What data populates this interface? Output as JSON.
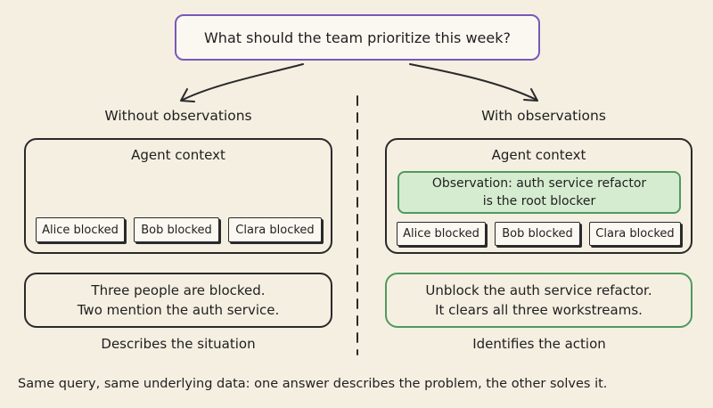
{
  "query": "What should the team prioritize this week?",
  "left": {
    "title": "Without observations",
    "context_title": "Agent context",
    "chips": [
      "Alice blocked",
      "Bob blocked",
      "Clara blocked"
    ],
    "answer_lines": [
      "Three people are blocked.",
      "Two mention the auth service."
    ],
    "caption": "Describes the situation"
  },
  "right": {
    "title": "With observations",
    "context_title": "Agent context",
    "observation_lines": [
      "Observation: auth service refactor",
      "is the root blocker"
    ],
    "chips": [
      "Alice blocked",
      "Bob blocked",
      "Clara blocked"
    ],
    "answer_lines": [
      "Unblock the auth service refactor.",
      "It clears all three workstreams."
    ],
    "caption": "Identifies the action"
  },
  "footer": "Same query, same underlying data: one answer describes the problem, the other solves it.",
  "colors": {
    "background": "#f5efe2",
    "query_border": "#7a59b8",
    "green_border": "#4f9a5e",
    "green_fill": "#d6ecd0",
    "ink": "#2a2a2a"
  }
}
